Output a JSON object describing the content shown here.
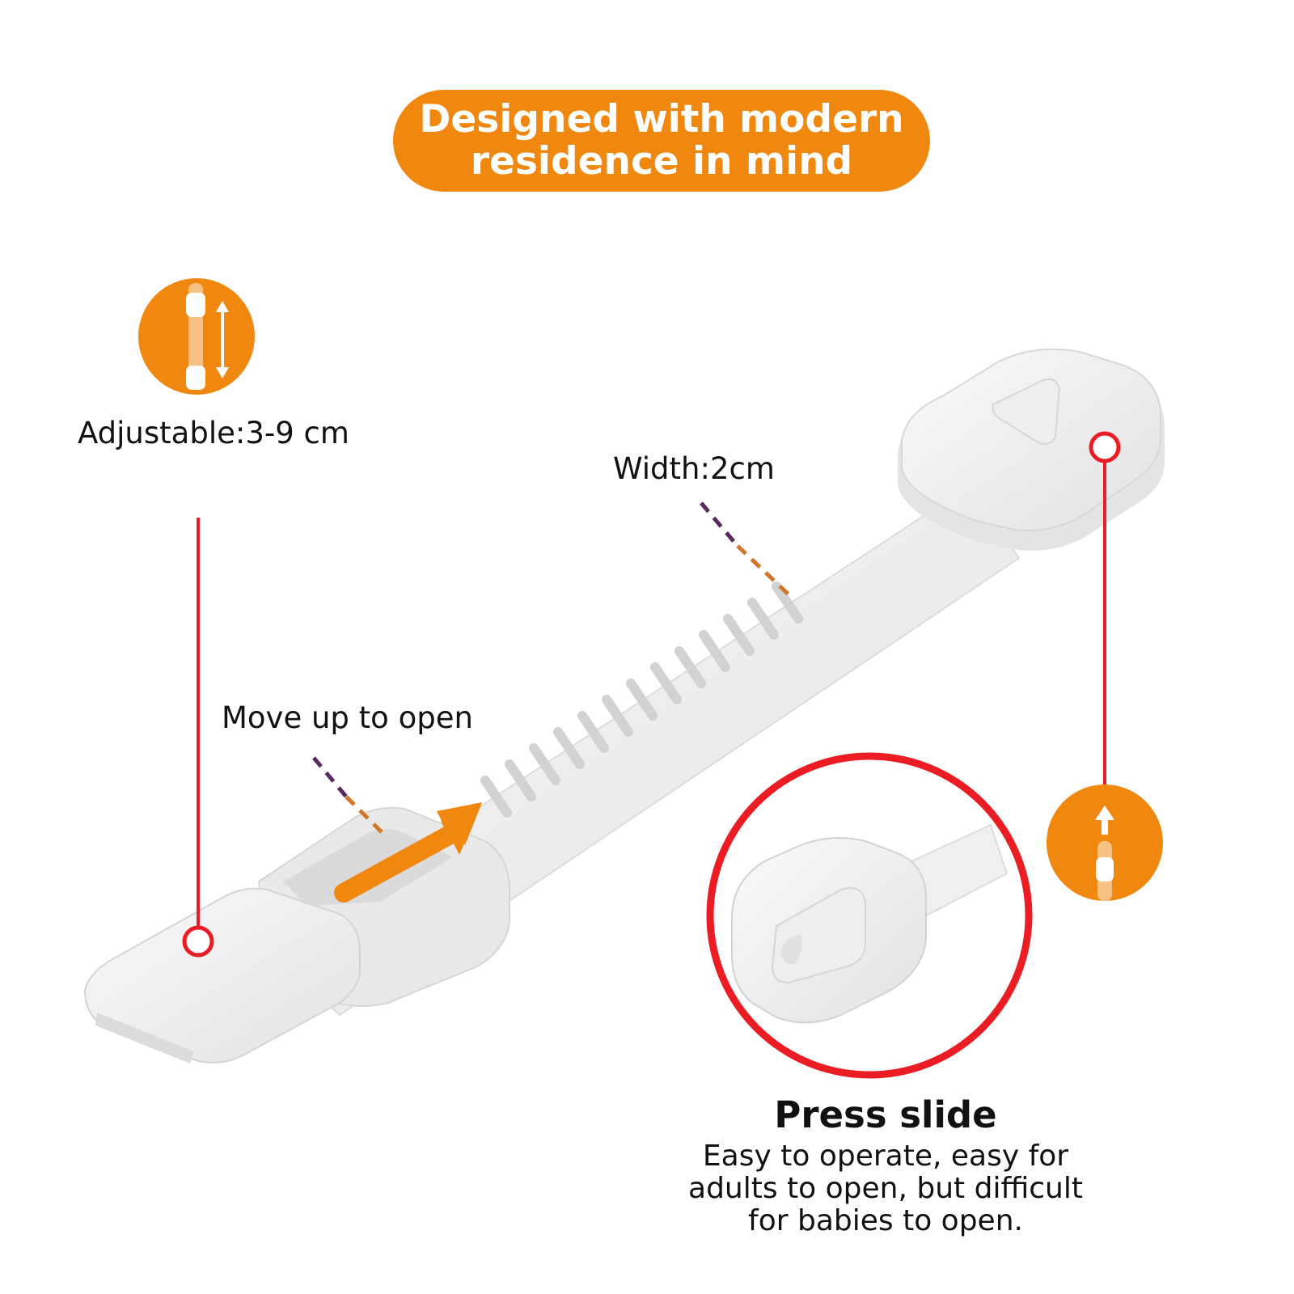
{
  "colors": {
    "accent_orange": "#f0870f",
    "callout_red": "#ec1c24",
    "strap_white": "#ededed",
    "dash_purple": "#5a2a5e"
  },
  "title": {
    "line1": "Designed with modern",
    "line2": "residence in mind"
  },
  "callouts": {
    "adjustable": "Adjustable:3-9 cm",
    "width": "Width:2cm",
    "move_up": "Move up to open"
  },
  "press": {
    "title": "Press slide",
    "desc_line1": "Easy to operate, easy for",
    "desc_line2": "adults to open, but difficult",
    "desc_line3": "for babies to open."
  },
  "icons": {
    "adjust": "adjust-length-icon",
    "up": "slide-up-icon",
    "arrow": "arrow-up-right-icon"
  }
}
